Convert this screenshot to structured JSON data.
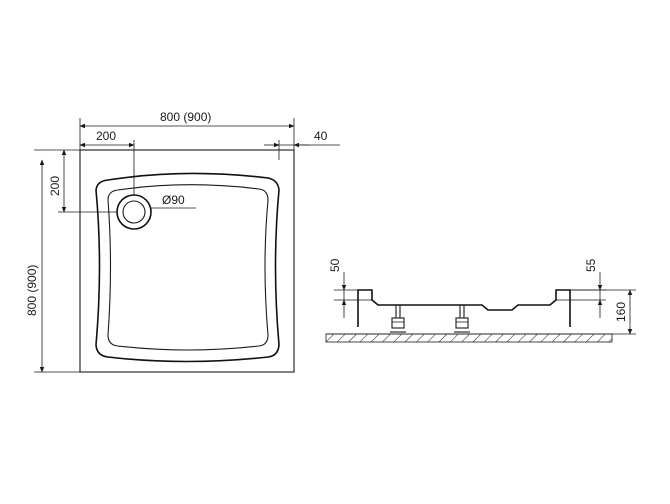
{
  "top_view": {
    "width_label": "800 (900)",
    "drain_offset_x_label": "200",
    "rim_label": "40",
    "drain_offset_y_label": "200",
    "drain_diameter_label": "Ø90",
    "height_label": "800 (900)"
  },
  "side_view": {
    "left_depth_label": "50",
    "right_depth_label": "55",
    "total_height_label": "160"
  },
  "colors": {
    "line": "#1a1a1a",
    "background": "#ffffff"
  }
}
